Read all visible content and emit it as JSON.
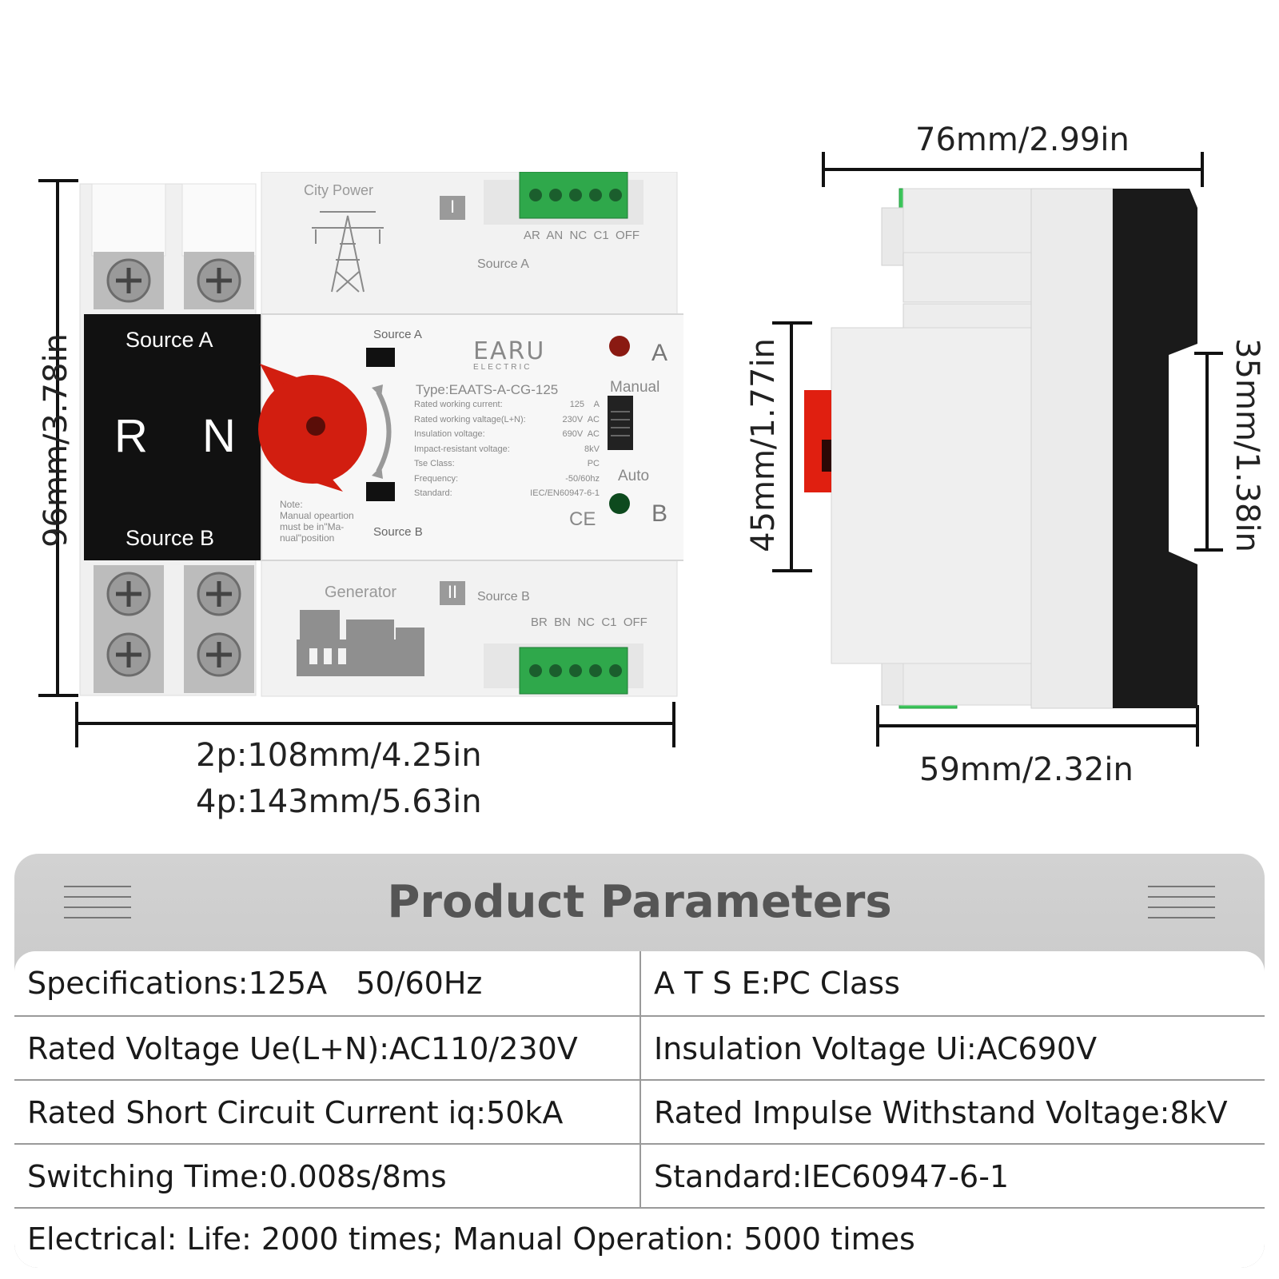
{
  "dimensions": {
    "front_height": "96mm/3.78in",
    "front_width_line1": "2p:108mm/4.25in",
    "front_width_line2": "4p:143mm/5.63in",
    "side_width": "76mm/2.99in",
    "side_depth": "59mm/2.32in",
    "handle_height": "45mm/1.77in",
    "rail_height": "35mm/1.38in"
  },
  "device": {
    "block_source_a": "Source A",
    "block_r": "R",
    "block_n": "N",
    "block_source_b": "Source B",
    "city_power": "City Power",
    "roman_one": "I",
    "roman_two": "II",
    "top_terminals": "AR  AN  NC  C1  OFF",
    "bottom_terminals": "BR  BN  NC  C1  OFF",
    "top_source": "Source A",
    "bottom_source": "Source B",
    "generator": "Generator",
    "window_source_a": "Source A",
    "window_source_b": "Source B",
    "brand": "EARU",
    "brand_sub": "ELECTRIC",
    "type": "Type:EAATS-A-CG-125",
    "indicator_a": "A",
    "indicator_b": "B",
    "manual": "Manual",
    "auto": "Auto",
    "ce": "CE",
    "note_line1": "Note:",
    "note_line2": "Manual opeartion",
    "note_line3": "must be in\"Ma-",
    "note_line4": "nual\"position",
    "specs": [
      {
        "k": "Rated working current:",
        "v": "125    A"
      },
      {
        "k": "Rated working valtage(L+N):",
        "v": "230V  AC"
      },
      {
        "k": "Insulation voltage:",
        "v": "690V  AC"
      },
      {
        "k": "Impact-resistant voltage:",
        "v": "8kV"
      },
      {
        "k": "Tse Class:",
        "v": "PC"
      },
      {
        "k": "Frequency:",
        "v": "-50/60hz"
      },
      {
        "k": "Standard:",
        "v": "IEC/EN60947-6-1"
      }
    ],
    "colors": {
      "handle": "#d21e10",
      "terminal": "#2fa84b",
      "body": "#f1f1f1",
      "led_a": "#8a1a12",
      "led_b": "#0d4a1e"
    }
  },
  "params": {
    "title": "Product Parameters",
    "rows": [
      {
        "left": "Specifications:125A   50/60Hz",
        "right": "A T S E:PC Class"
      },
      {
        "left": "Rated Voltage Ue(L+N):AC110/230V",
        "right": "Insulation Voltage Ui:AC690V"
      },
      {
        "left": "Rated Short Circuit Current iq:50kA",
        "right": "Rated Impulse Withstand Voltage:8kV"
      },
      {
        "left": "Switching Time:0.008s/8ms",
        "right": "Standard:IEC60947-6-1"
      }
    ],
    "full_row": "Electrical: Life: 2000 times; Manual Operation: 5000 times"
  }
}
